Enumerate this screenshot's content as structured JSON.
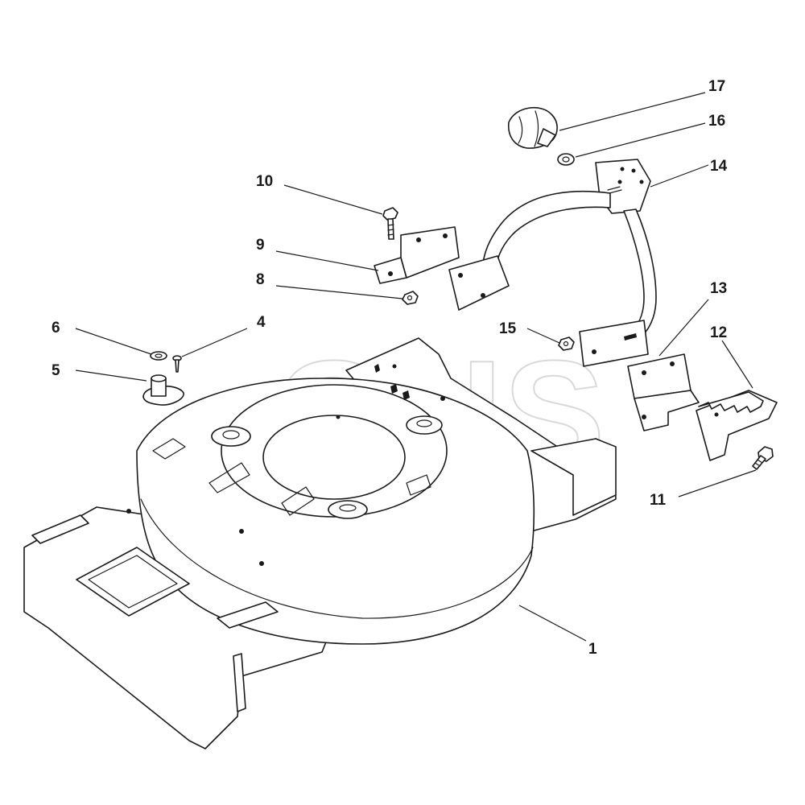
{
  "watermark": {
    "text": "GHS"
  },
  "callouts": [
    {
      "id": "1",
      "label": "1"
    },
    {
      "id": "4",
      "label": "4"
    },
    {
      "id": "5",
      "label": "5"
    },
    {
      "id": "6",
      "label": "6"
    },
    {
      "id": "8",
      "label": "8"
    },
    {
      "id": "9",
      "label": "9"
    },
    {
      "id": "10",
      "label": "10"
    },
    {
      "id": "11",
      "label": "11"
    },
    {
      "id": "12",
      "label": "12"
    },
    {
      "id": "13",
      "label": "13"
    },
    {
      "id": "14",
      "label": "14"
    },
    {
      "id": "15",
      "label": "15"
    },
    {
      "id": "16",
      "label": "16"
    },
    {
      "id": "17",
      "label": "17"
    }
  ]
}
